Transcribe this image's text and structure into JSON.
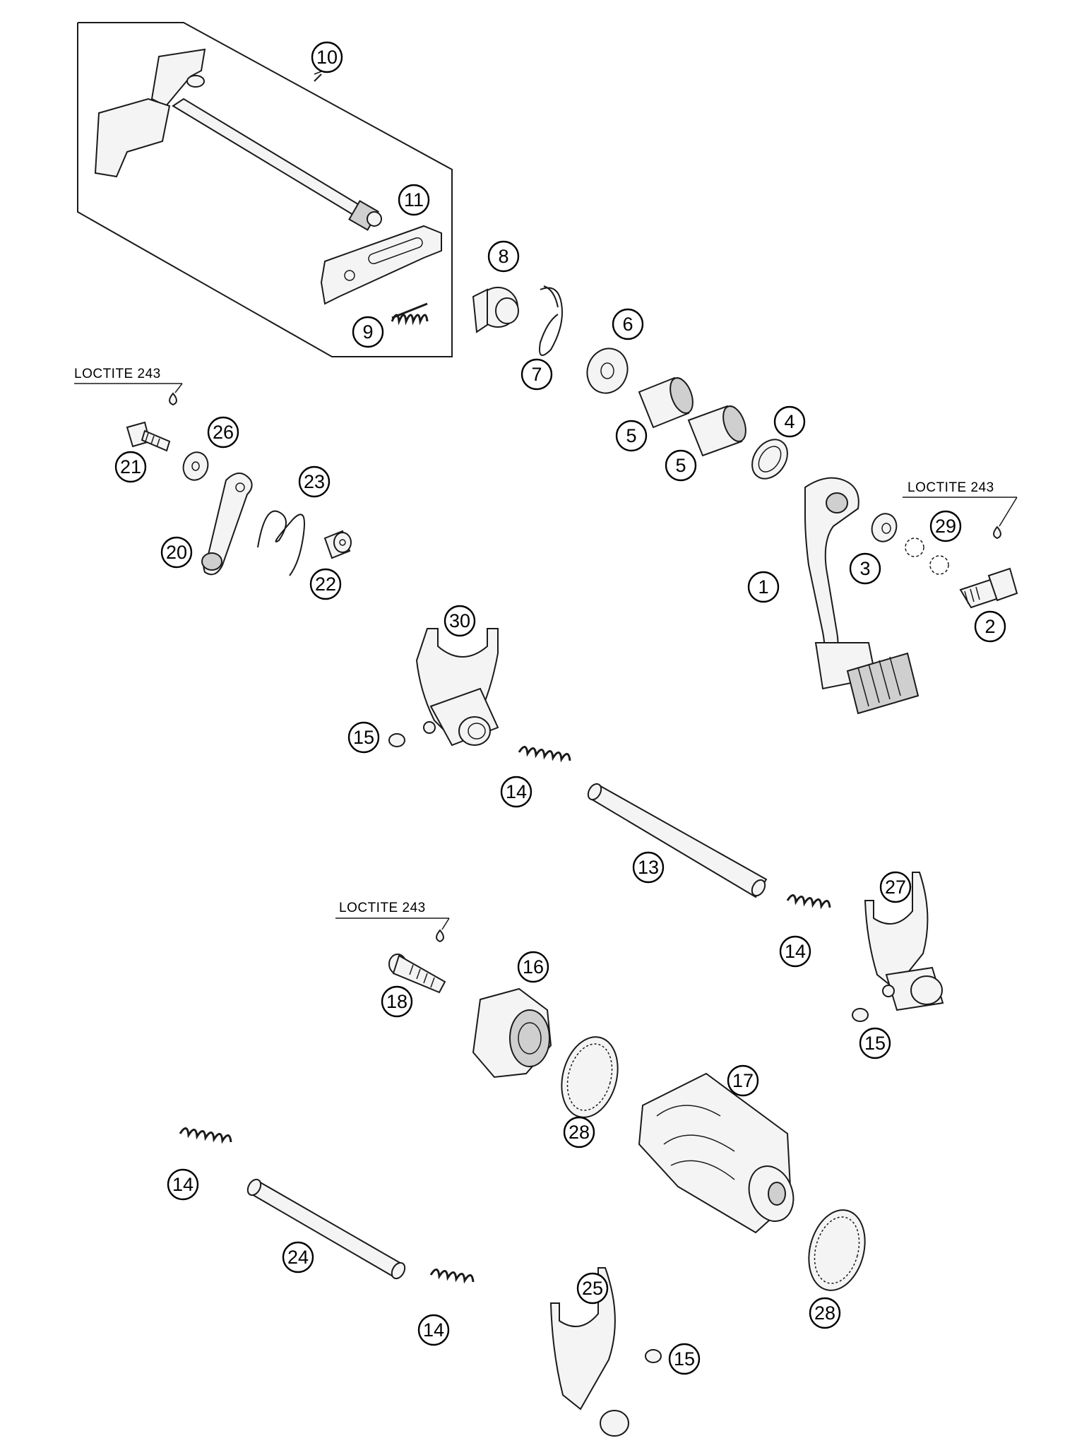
{
  "notes": {
    "loctite_top_left": "LOCTITE 243",
    "loctite_right": "LOCTITE 243",
    "loctite_middle": "LOCTITE 243"
  },
  "callouts": {
    "c1": "1",
    "c2": "2",
    "c3": "3",
    "c4": "4",
    "c5a": "5",
    "c5b": "5",
    "c6": "6",
    "c7": "7",
    "c8": "8",
    "c9": "9",
    "c10": "10",
    "c11": "11",
    "c13": "13",
    "c14a": "14",
    "c14b": "14",
    "c14c": "14",
    "c14d": "14",
    "c15a": "15",
    "c15b": "15",
    "c15c": "15",
    "c16": "16",
    "c17": "17",
    "c18": "18",
    "c20": "20",
    "c21": "21",
    "c22": "22",
    "c23": "23",
    "c24": "24",
    "c25": "25",
    "c26": "26",
    "c27": "27",
    "c28a": "28",
    "c28b": "28",
    "c29": "29",
    "c30": "30"
  }
}
